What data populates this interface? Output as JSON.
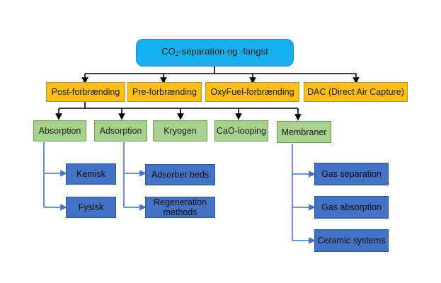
{
  "root": {
    "label_prefix": "CO",
    "label_sub": "2",
    "label_suffix": "-separation og -fangst",
    "color": "#17b0ef"
  },
  "level1": [
    {
      "label": "Post-forbrænding"
    },
    {
      "label": "Pre-forbrænding"
    },
    {
      "label": "OxyFuel-forbrænding"
    },
    {
      "label": "DAC (Direct Air Capture)"
    }
  ],
  "level2": [
    {
      "label": "Absorption"
    },
    {
      "label": "Adsorption"
    },
    {
      "label": "Kryogen"
    },
    {
      "label": "CaO-looping"
    },
    {
      "label": "Membraner"
    }
  ],
  "level3": {
    "absorption": [
      {
        "label": "Kemisk"
      },
      {
        "label": "Fysisk"
      }
    ],
    "adsorption": [
      {
        "label": "Adsorber beds"
      },
      {
        "label": "Regeneration methods"
      }
    ],
    "membraner": [
      {
        "label": "Gas separation"
      },
      {
        "label": "Gas absorption"
      },
      {
        "label": "Ceramic systems"
      }
    ]
  },
  "colors": {
    "level1": "#fdc010",
    "level2": "#a9d18e",
    "level3": "#4472c4",
    "connector_black": "#000000",
    "connector_blue": "#4472c4"
  }
}
